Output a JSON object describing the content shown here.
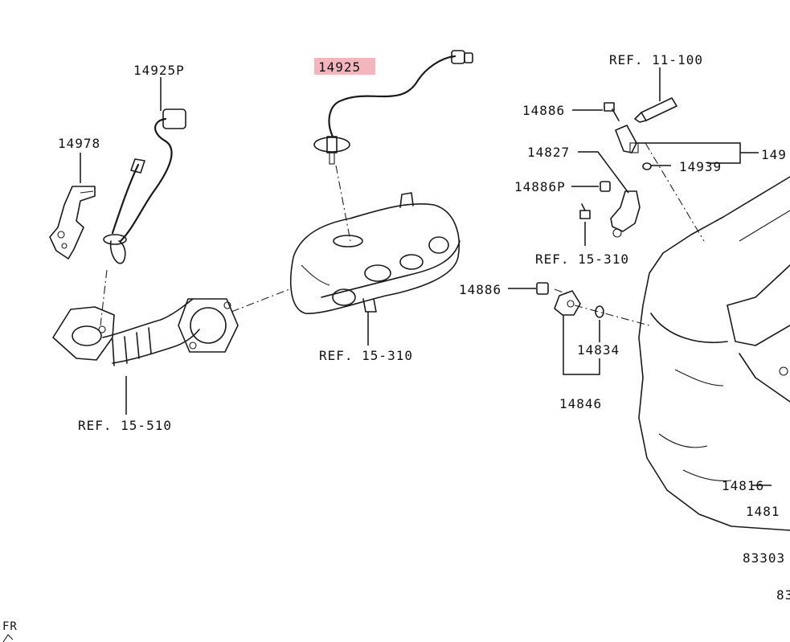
{
  "highlight_color": "#f4b6bd",
  "labels": {
    "p14925_hl": "14925",
    "p14925P": "14925P",
    "p14978": "14978",
    "ref_11_100": "REF. 11-100",
    "p14886_a": "14886",
    "p14827": "14827",
    "p149_cut": "149",
    "p14939": "14939",
    "p14886P": "14886P",
    "ref_15_310_right": "REF. 15-310",
    "p14886_b": "14886",
    "p14834": "14834",
    "p14846": "14846",
    "ref_15_310_mid": "REF. 15-310",
    "ref_15_510": "REF. 15-510",
    "p14816": "14816",
    "p14815_cut": "1481",
    "p83303_cut": "83303",
    "p83_cut": "83",
    "fr": "FR"
  }
}
